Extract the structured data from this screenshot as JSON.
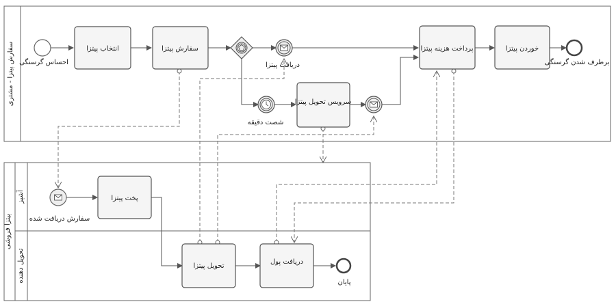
{
  "pools": {
    "customer": {
      "label": "سفارش پیتزا - مشتری"
    },
    "pizzeria": {
      "label": "پیتزا فروشی",
      "lanes": [
        {
          "id": "chef",
          "label": "آشپز"
        },
        {
          "id": "delivery",
          "label": "تحویل دهنده"
        }
      ]
    }
  },
  "tasks": {
    "choose_pizza": "انتخاب پیتزا",
    "order_pizza": "سفارش پیتزا",
    "pay_pizza": "پرداخت هزینه پیتزا",
    "eat_pizza": "خوردن پیتزا",
    "delivery_service": "سرویس تحویل پیتزا",
    "bake_pizza": "پخت پیتزا",
    "deliver_pizza": "تحویل پیتزا",
    "receive_money": "دریافت پول"
  },
  "events": {
    "hungry": "احساس گرسنگی",
    "hunger_satisfied": "برطرف شدن گرسنگی",
    "receive_pizza": "دریافت پیتزا",
    "sixty_minutes": "شصت دقیقه",
    "order_received": "سفارش دریافت شده",
    "end": "پایان"
  },
  "colors": {
    "stroke": "#555555",
    "task_fill": "#f5f5f5",
    "event_fill": "#eeeeee",
    "dashed": "#777777"
  }
}
